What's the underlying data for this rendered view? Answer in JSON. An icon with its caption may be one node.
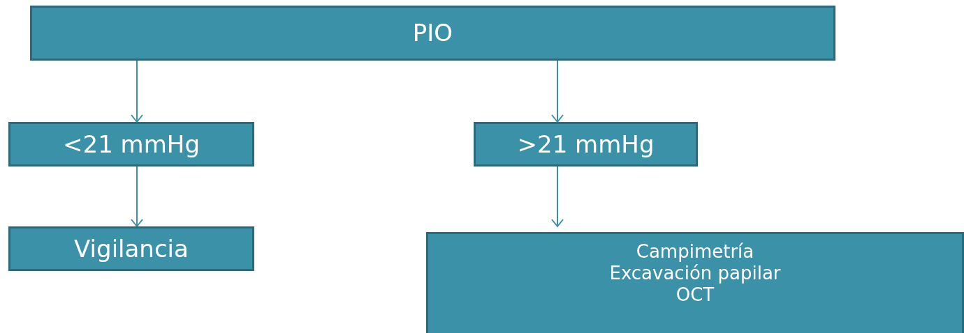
{
  "diagram": {
    "nodes": [
      {
        "text": [
          "PIO"
        ]
      },
      {
        "text": [
          "<21 mmHg"
        ]
      },
      {
        "text": [
          ">21 mmHg"
        ]
      },
      {
        "text": [
          "Vigilancia"
        ]
      },
      {
        "text": [
          "Campimetría",
          "Excavación papilar",
          "OCT"
        ]
      }
    ],
    "edges": [
      {
        "from": 0,
        "to": 1,
        "arrow": "to"
      },
      {
        "from": 0,
        "to": 2,
        "arrow": "to"
      },
      {
        "from": 1,
        "to": 3,
        "arrow": "to"
      },
      {
        "from": 2,
        "to": 4,
        "arrow": "to"
      }
    ]
  }
}
